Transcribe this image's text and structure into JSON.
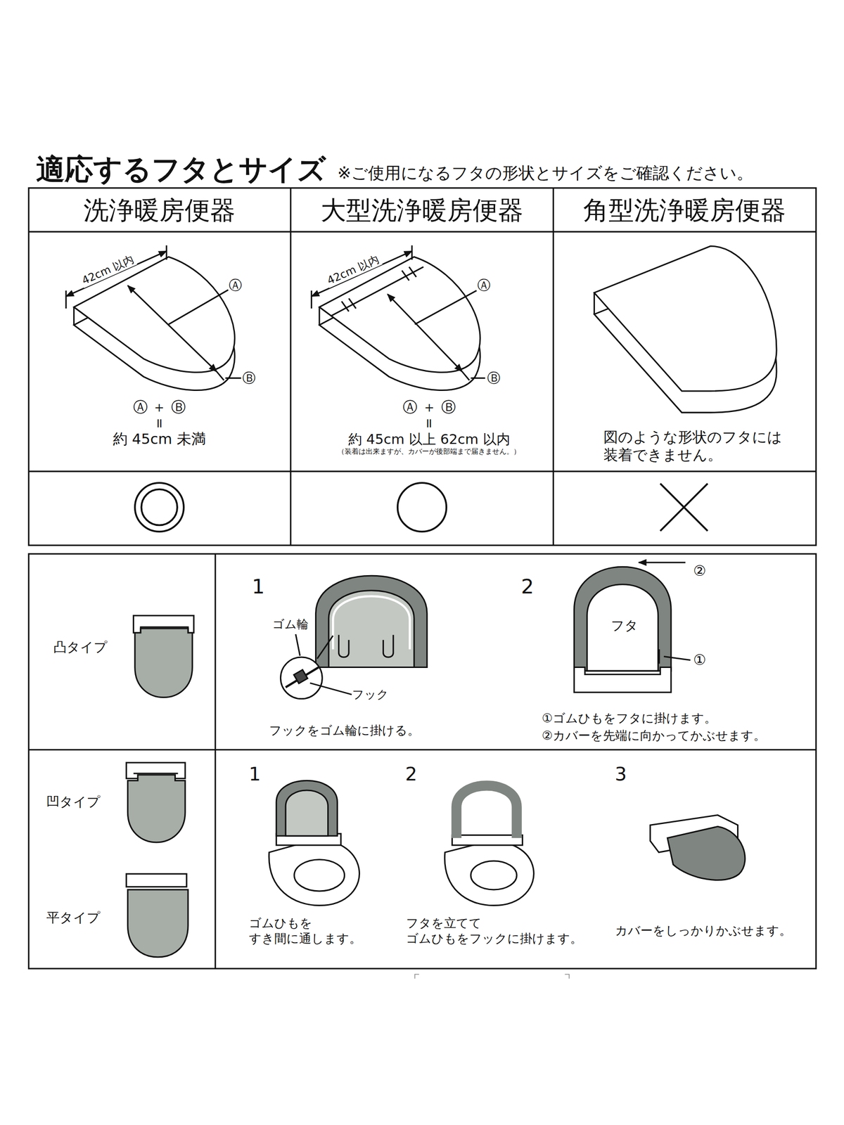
{
  "diagram": {
    "title": "適応するフタとサイズ",
    "labels": [
      "※ご使用になるフタの形状とサイズをご確認ください。",
      "洗浄暖房便器",
      "大型洗浄暖房便器",
      "角型洗浄暖房便器",
      "42cm 以内",
      "Ⓐ",
      "Ⓑ",
      "Ⓐ ＋ Ⓑ",
      "=",
      "約 45cm 未満",
      "42cm 以内",
      "Ⓐ",
      "Ⓑ",
      "Ⓐ ＋ Ⓑ",
      "=",
      "約 45cm 以上 62cm 以内",
      "（装着は出来ますが、カバーが後部端まで届きません。）",
      "図のような形状のフタには 装着できません。",
      "凸タイプ",
      "1",
      "ゴム輪",
      "フック",
      "フックをゴム輪に掛ける。",
      "2",
      "②",
      "フタ",
      "①",
      "①ゴムひもをフタに掛けます。",
      "②カバーを先端に向かってかぶせます。",
      "凹タイプ",
      "平タイプ",
      "1",
      "2",
      "3",
      "ゴムひもを すき間に通します。",
      "フタを立てて ゴムひもをフックに掛けます。",
      "カバーをしっかりかぶせます。"
    ]
  }
}
